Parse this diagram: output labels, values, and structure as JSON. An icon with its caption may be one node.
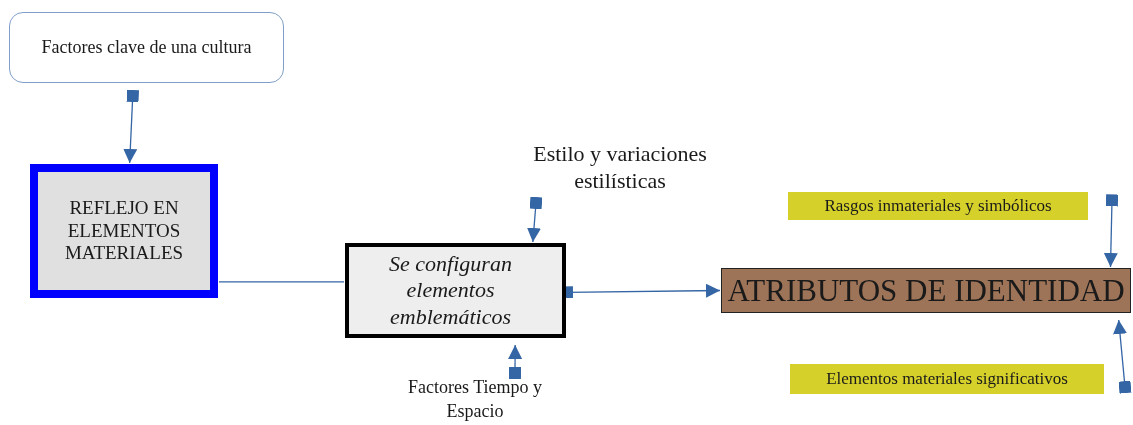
{
  "diagram": {
    "nodes": [
      {
        "text": [
          "Factores clave de una cultura"
        ]
      },
      {
        "text": [
          "REFLEJO EN ELEMENTOS MATERIALES"
        ]
      },
      {
        "text": [
          "Estilo y variaciones estilísticas"
        ]
      },
      {
        "text": [
          "Se configuran elementos emblemáticos"
        ]
      },
      {
        "text": [
          "Factores Tiempo y Espacio"
        ]
      },
      {
        "text": [
          "Rasgos inmateriales y simbólicos"
        ]
      },
      {
        "text": [
          "ATRIBUTOS DE IDENTIDAD"
        ]
      },
      {
        "text": [
          "Elementos materiales significativos"
        ]
      }
    ],
    "edges": [
      {
        "from": 0,
        "to": 1,
        "arrow": "to"
      },
      {
        "from": 1,
        "to": 3,
        "arrow": "none"
      },
      {
        "from": 2,
        "to": 3,
        "arrow": "to"
      },
      {
        "from": 4,
        "to": 3,
        "arrow": "to"
      },
      {
        "from": 3,
        "to": 6,
        "arrow": "to"
      },
      {
        "from": 5,
        "to": 6,
        "arrow": "to"
      },
      {
        "from": 7,
        "to": 6,
        "arrow": "to"
      }
    ]
  }
}
